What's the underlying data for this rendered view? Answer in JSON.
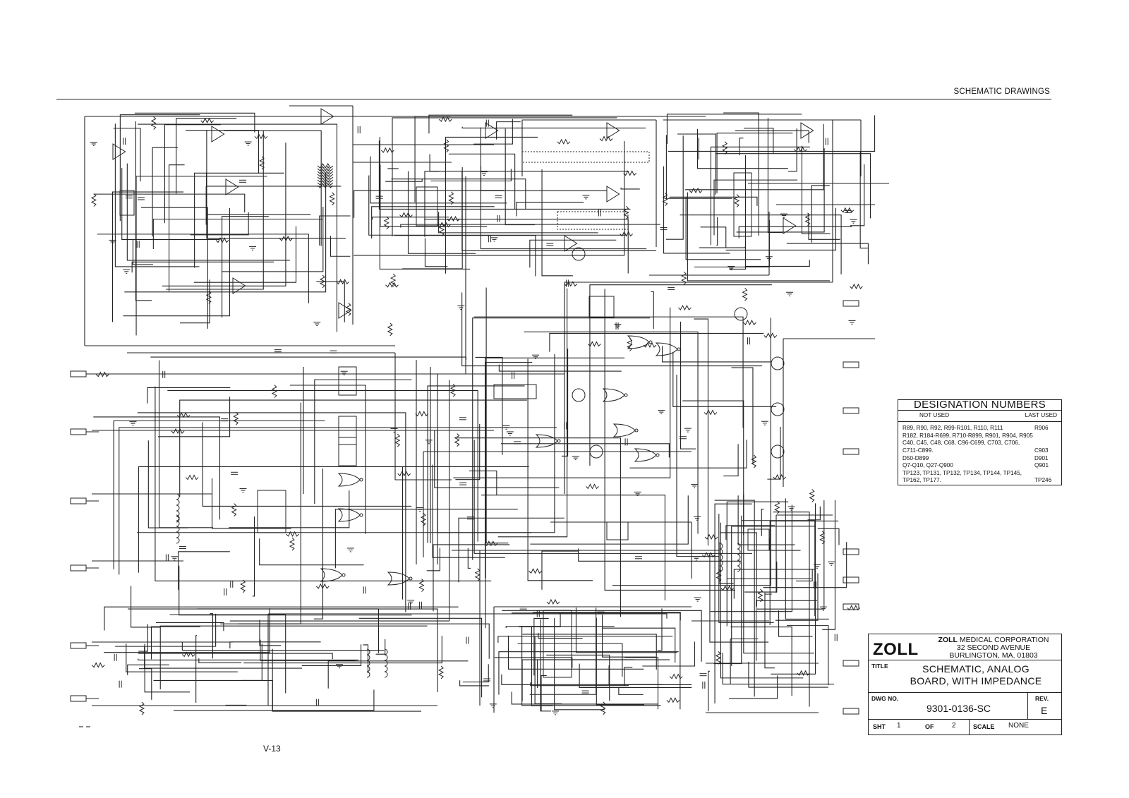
{
  "header": {
    "section_title": "SCHEMATIC DRAWINGS"
  },
  "page_number": "V-13",
  "designation_table": {
    "title": "DESIGNATION NUMBERS",
    "col_not_used": "NOT USED",
    "col_last_used": "LAST USED",
    "rows": [
      {
        "not_used": "R89, R90, R92, R99-R101, R110, R111",
        "last_used": "R906"
      },
      {
        "not_used": "R182, R184-R699, R710-R899, R901, R904, R905",
        "last_used": ""
      },
      {
        "not_used": "C40, C45, C48, C68, C96-C699, C703, C706,",
        "last_used": ""
      },
      {
        "not_used": "C711-C899.",
        "last_used": "C903"
      },
      {
        "not_used": "D50-D899",
        "last_used": "D901"
      },
      {
        "not_used": "Q7-Q10, Q27-Q900",
        "last_used": "Q901"
      },
      {
        "not_used": "TP123, TP131, TP132, TP134, TP144, TP145,",
        "last_used": ""
      },
      {
        "not_used": "TP162, TP177.",
        "last_used": "TP246"
      }
    ]
  },
  "title_block": {
    "logo": "ZOLL",
    "company_line1_bold": "ZOLL",
    "company_line1_rest": " MEDICAL CORPORATION",
    "company_line2": "32 SECOND AVENUE",
    "company_line3": "BURLINGTON, MA. 01803",
    "title_label": "TITLE",
    "title_line1": "SCHEMATIC,  ANALOG",
    "title_line2": "BOARD, WITH IMPEDANCE",
    "dwg_label": "DWG NO.",
    "dwg_number": "9301-0136-SC",
    "rev_label": "REV.",
    "rev_value": "E",
    "sht_label": "SHT",
    "sht_value": "1",
    "of_label": "OF",
    "of_value": "2",
    "scale_label": "SCALE",
    "scale_value": "NONE"
  },
  "colors": {
    "ink": "#111111",
    "paper": "#ffffff"
  }
}
